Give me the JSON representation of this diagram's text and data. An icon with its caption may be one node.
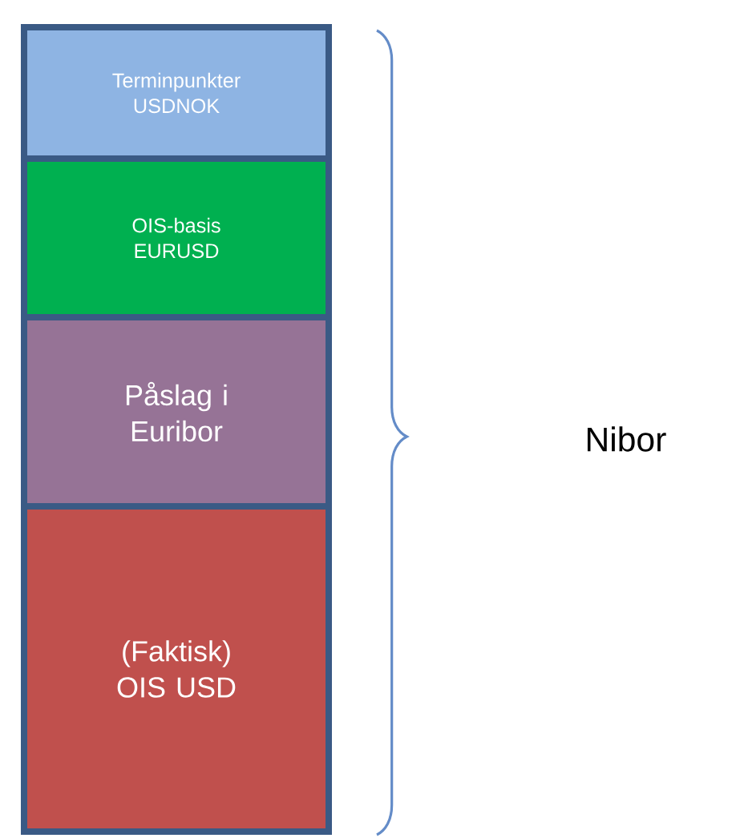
{
  "diagram": {
    "nodes": [
      {
        "text": [
          "Terminpunkter USDNOK"
        ]
      },
      {
        "text": [
          "OIS-basis EURUSD"
        ]
      },
      {
        "text": [
          "Påslag i Euribor"
        ]
      },
      {
        "text": [
          "(Faktisk) OIS USD"
        ]
      }
    ],
    "labels": [
      "Nibor"
    ]
  }
}
